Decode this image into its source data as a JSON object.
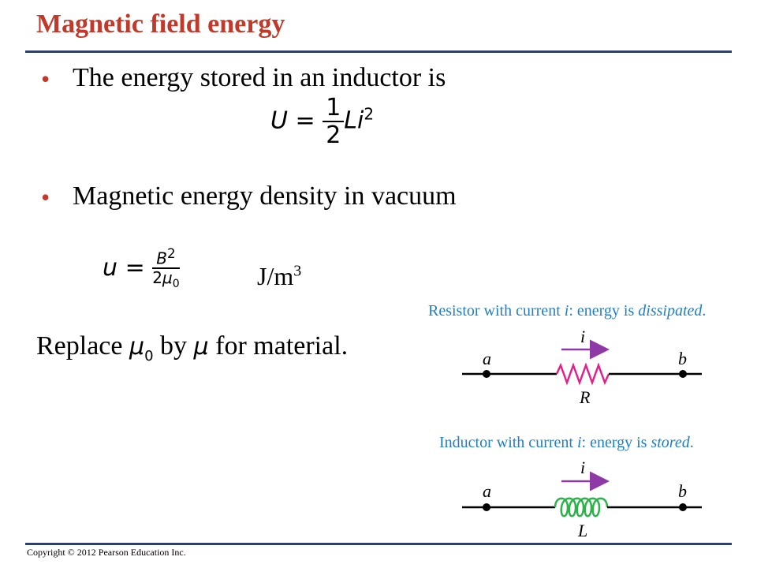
{
  "title": "Magnetic field energy",
  "bullets": [
    {
      "text": "The energy stored in an inductor is"
    },
    {
      "text": "Magnetic energy density in vacuum"
    }
  ],
  "eq1": {
    "lhs": "U",
    "eq": "=",
    "num": "1",
    "den": "2",
    "rhs_L": "L",
    "rhs_i": "i",
    "exp": "2"
  },
  "eq2": {
    "lhs": "u",
    "eq": "=",
    "num_B": "B",
    "num_exp": "2",
    "den_2": "2",
    "den_mu": "μ",
    "den_sub": "0"
  },
  "unit": {
    "base": "J/m",
    "exp": "3"
  },
  "replace": {
    "p1": "Replace ",
    "mu0": "μ",
    "sub": "0",
    "p2": " by ",
    "mu": "μ",
    "p3": " for material."
  },
  "figure": {
    "resistor": {
      "caption_prefix": "Resistor with current ",
      "caption_var": "i",
      "caption_mid": ": energy is ",
      "caption_em": "dissipated",
      "caption_end": ".",
      "label_a": "a",
      "label_b": "b",
      "label_i": "i",
      "label_R": "R"
    },
    "inductor": {
      "caption_prefix": "Inductor with current ",
      "caption_var": "i",
      "caption_mid": ": energy is ",
      "caption_em": "stored",
      "caption_end": ".",
      "label_a": "a",
      "label_b": "b",
      "label_i": "i",
      "label_L": "L"
    },
    "colors": {
      "wire": "#000000",
      "resistor": "#e0218a",
      "inductor": "#2db34a",
      "arrow": "#8e3aa6",
      "caption": "#1f7fc3"
    }
  },
  "copyright": "Copyright © 2012 Pearson Education Inc."
}
